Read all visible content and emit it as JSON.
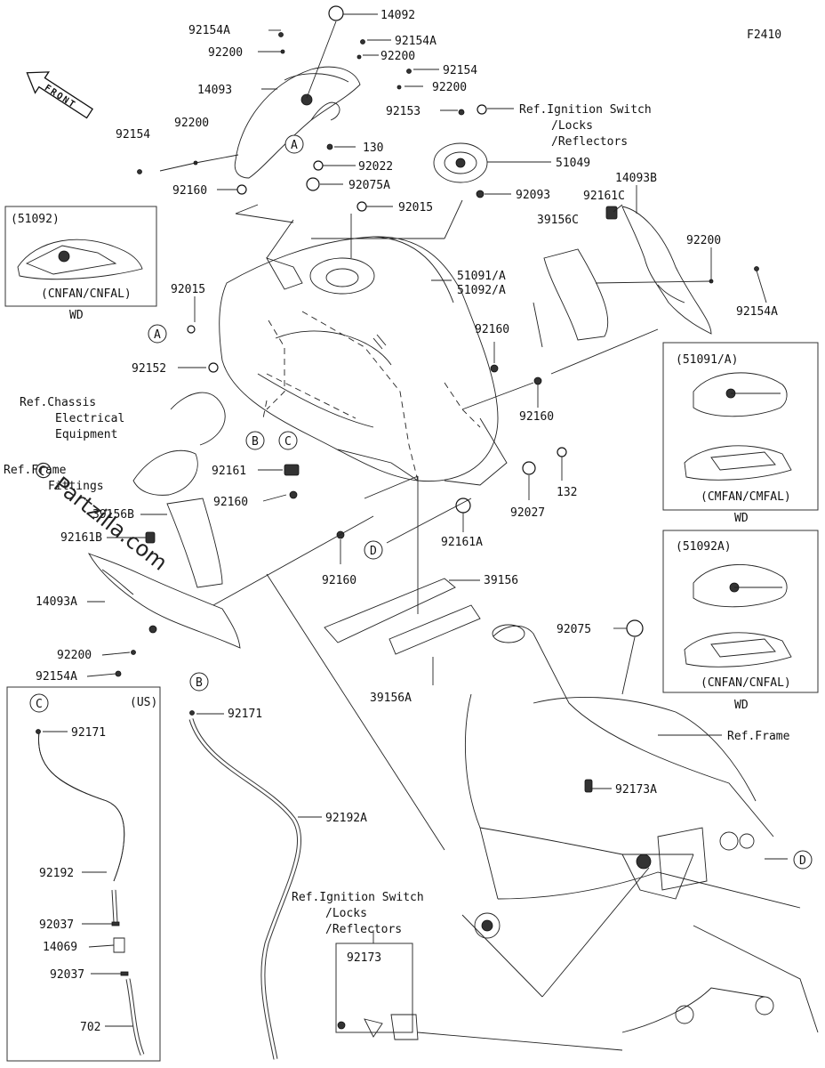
{
  "figure_code": "F2410",
  "front_label": "FRONT",
  "watermark": "© Partzilla.com",
  "parts": {
    "p14092": "14092",
    "p92154A_1": "92154A",
    "p92154A_2": "92154A",
    "p92200_1": "92200",
    "p92200_2": "92200",
    "p92154_1": "92154",
    "p14093": "14093",
    "p92200_3": "92200",
    "p92153": "92153",
    "p92154_2": "92154",
    "p92200_4": "92200",
    "p130": "130",
    "p92022": "92022",
    "p51049": "51049",
    "p92160_1": "92160",
    "p92075A": "92075A",
    "p92093": "92093",
    "p14093B": "14093B",
    "p92015_1": "92015",
    "p92161C": "92161C",
    "p39156C": "39156C",
    "p92200_5": "92200",
    "p51091A": "51091/A",
    "p51092A": "51092/A",
    "p92015_2": "92015",
    "p92154A_3": "92154A",
    "p92160_2": "92160",
    "p92152": "92152",
    "p92160_3": "92160",
    "p92161": "92161",
    "p132": "132",
    "p92160_4": "92160",
    "p92027": "92027",
    "p39156B": "39156B",
    "p92161B": "92161B",
    "p92161A": "92161A",
    "p92160_5": "92160",
    "p39156": "39156",
    "p14093A": "14093A",
    "p92200_6": "92200",
    "p92154A_4": "92154A",
    "p39156A": "39156A",
    "p92075": "92075",
    "p92171_1": "92171",
    "p92171_2": "92171",
    "p92192A": "92192A",
    "p92173A": "92173A",
    "p92192": "92192",
    "p92037_1": "92037",
    "p14069": "14069",
    "p92037_2": "92037",
    "p702": "702",
    "p92173": "92173"
  },
  "refs": {
    "ignition_top": [
      "Ref.Ignition Switch",
      "/Locks",
      "/Reflectors"
    ],
    "ignition_bottom": [
      "Ref.Ignition Switch",
      "/Locks",
      "/Reflectors"
    ],
    "chassis": [
      "Ref.Chassis",
      "Electrical",
      "Equipment"
    ],
    "frame_fittings": [
      "Ref.Frame",
      "Fittings"
    ],
    "frame": "Ref.Frame"
  },
  "insets": {
    "i51092": {
      "title": "(51092)",
      "variant": "(CNFAN/CNFAL)",
      "note": "WD"
    },
    "i51091A": {
      "title": "(51091/A)",
      "variant": "(CMFAN/CMFAL)",
      "note": "WD"
    },
    "i51092A": {
      "title": "(51092A)",
      "variant": "(CNFAN/CNFAL)",
      "note": "WD"
    },
    "us": {
      "title": "(US)"
    }
  },
  "markers": {
    "A1": "A",
    "A2": "A",
    "B1": "B",
    "B2": "B",
    "C1": "C",
    "C2": "C",
    "D1": "D",
    "D2": "D"
  }
}
